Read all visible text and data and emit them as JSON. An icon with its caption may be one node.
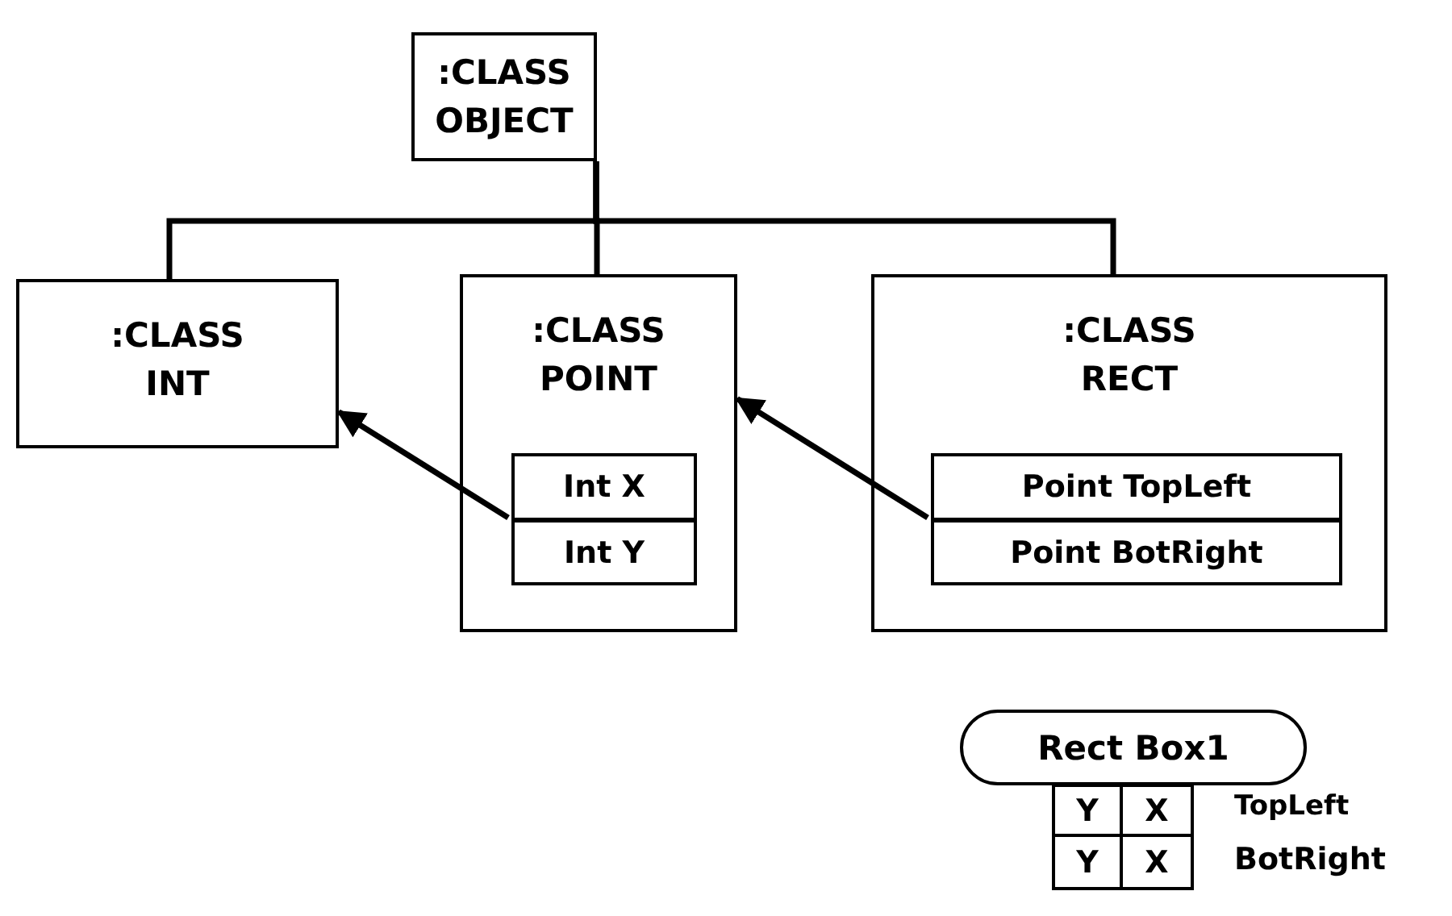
{
  "diagram": {
    "nodes": [
      {
        "text": [
          ":CLASS OBJECT"
        ]
      },
      {
        "text": [
          ":CLASS INT"
        ]
      },
      {
        "text": [
          ":CLASS POINT"
        ]
      },
      {
        "text": [
          "Int X"
        ],
        "in": 2
      },
      {
        "text": [
          "Int Y"
        ],
        "in": 2
      },
      {
        "text": [
          ":CLASS RECT"
        ]
      },
      {
        "text": [
          "Point TopLeft"
        ],
        "in": 5
      },
      {
        "text": [
          "Point BotRight"
        ],
        "in": 5
      },
      {
        "text": [
          "Rect Box1"
        ]
      },
      {
        "text": [
          "Y"
        ]
      },
      {
        "text": [
          "X"
        ]
      },
      {
        "text": [
          "Y"
        ]
      },
      {
        "text": [
          "X"
        ]
      }
    ],
    "edges": [
      {
        "from": 0,
        "to": 1,
        "arrow": "none"
      },
      {
        "from": 0,
        "to": 2,
        "arrow": "none"
      },
      {
        "from": 0,
        "to": 5,
        "arrow": "none"
      },
      {
        "from": 3,
        "to": 1,
        "arrow": "to"
      },
      {
        "from": 6,
        "to": 2,
        "arrow": "to"
      }
    ],
    "labels": [
      "TopLeft",
      "BotRight"
    ]
  }
}
